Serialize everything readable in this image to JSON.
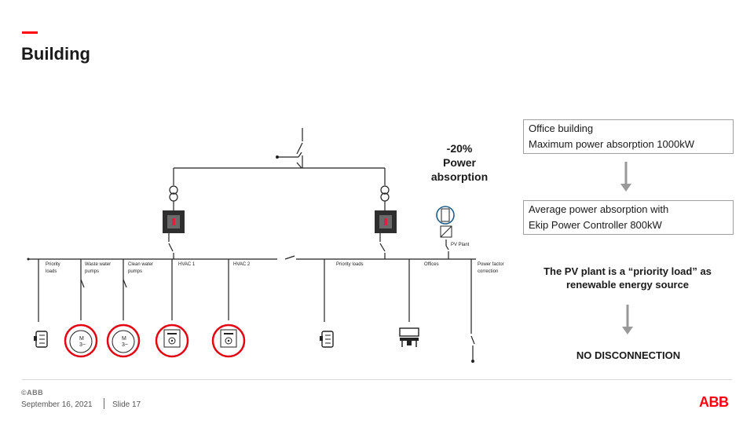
{
  "header": {
    "title": "Building",
    "accent_color": "#ff000f"
  },
  "info_box_top": {
    "line1": "Office building",
    "line2": "Maximum power absorption 1000kW"
  },
  "info_box_bottom": {
    "line1": "Average power absorption with",
    "line2": "Ekip Power Controller 800kW"
  },
  "reduction_note": {
    "line1": "-20%",
    "line2": "Power",
    "line3": "absorption"
  },
  "pv_note": {
    "line1": "The PV plant is a “priority load” as",
    "line2": "renewable energy source"
  },
  "no_disconnection": "NO DISCONNECTION",
  "diagram": {
    "pv_label": "PV Plant",
    "feeders": [
      {
        "label1": "Priority",
        "label2": "loads",
        "icon": "priority-load-icon",
        "highlighted": false
      },
      {
        "label1": "Waste water",
        "label2": "pumps",
        "icon": "motor-icon",
        "highlighted": true
      },
      {
        "label1": "Clean water",
        "label2": "pumps",
        "icon": "motor-icon",
        "highlighted": true
      },
      {
        "label1": "HVAC 1",
        "label2": "",
        "icon": "hvac-icon",
        "highlighted": true
      },
      {
        "label1": "HVAC 2",
        "label2": "",
        "icon": "hvac-icon",
        "highlighted": true
      },
      {
        "label1": "Priority loads",
        "label2": "",
        "icon": "priority-load-icon",
        "highlighted": false
      },
      {
        "label1": "Offices",
        "label2": "",
        "icon": "office-icon",
        "highlighted": false
      },
      {
        "label1": "Power factor",
        "label2": "correction",
        "icon": "capacitor-icon",
        "highlighted": false
      }
    ],
    "motor_label1": "M",
    "motor_label2": "3~",
    "highlight_color": "#e30613",
    "pv_circle_color": "#1f5f8b"
  },
  "footer": {
    "copyright": "©ABB",
    "date": "September 16, 2021",
    "slide": "Slide 17",
    "logo": "ABB"
  }
}
